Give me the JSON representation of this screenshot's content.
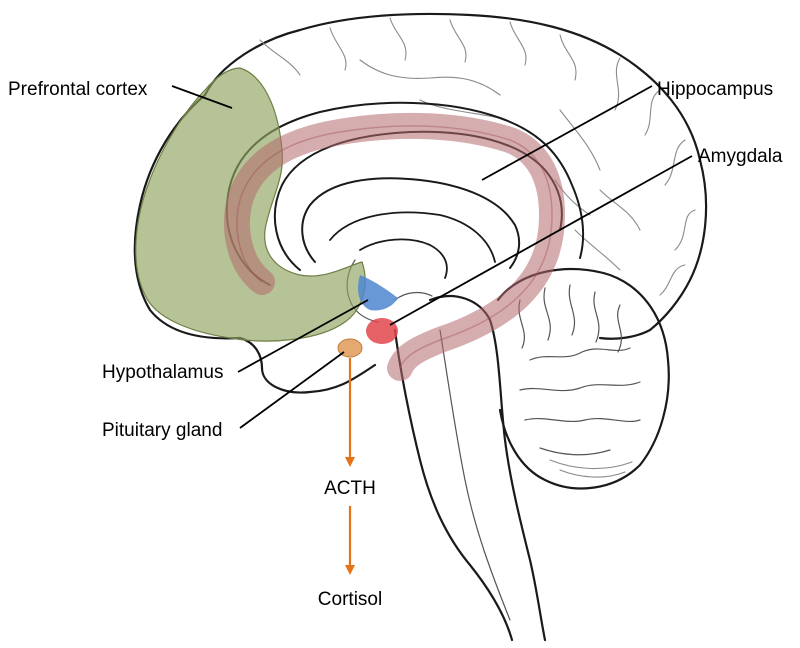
{
  "labels": {
    "prefrontal_cortex": "Prefrontal cortex",
    "hippocampus": "Hippocampus",
    "amygdala": "Amygdala",
    "hypothalamus": "Hypothalamus",
    "pituitary_gland": "Pituitary gland",
    "acth": "ACTH",
    "cortisol": "Cortisol"
  },
  "colors": {
    "prefrontal_cortex": "#8fa35e",
    "hippocampus": "#b56a6e",
    "amygdala": "#e2474c",
    "hypothalamus": "#4f86cf",
    "pituitary_gland": "#e0a062",
    "arrow": "#e4731a"
  }
}
